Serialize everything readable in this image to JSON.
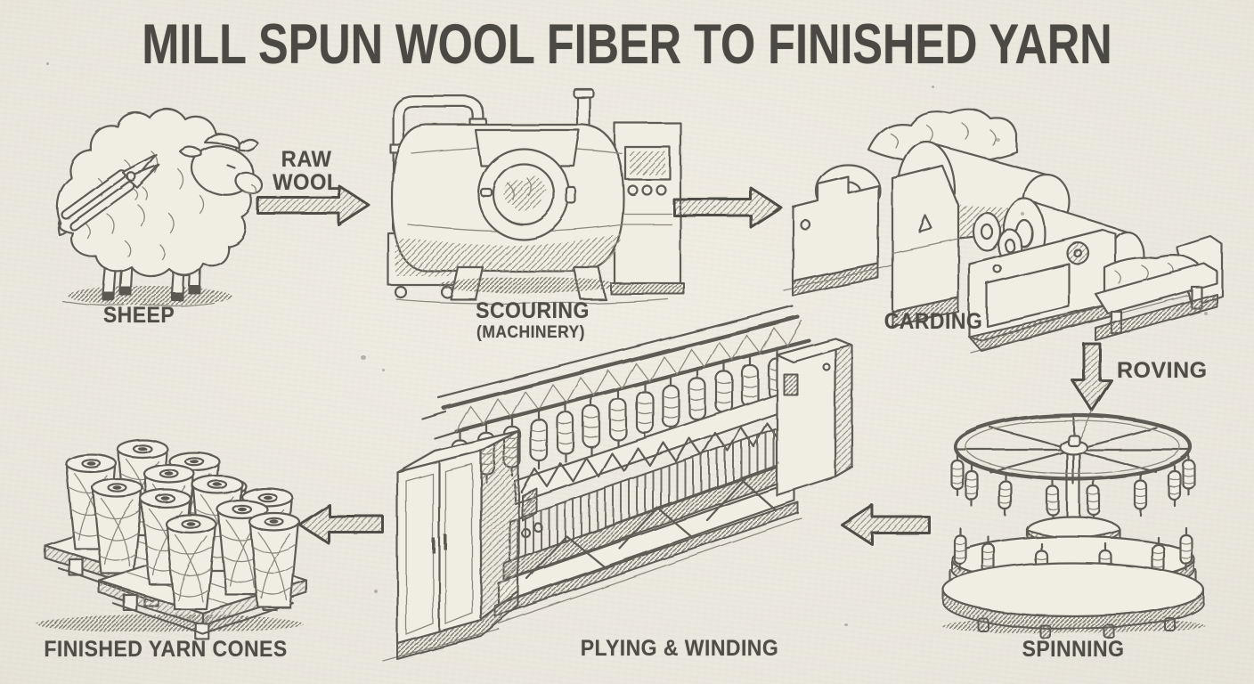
{
  "title": "MILL SPUN WOOL FIBER TO FINISHED YARN",
  "palette": {
    "paper": "#eae7dd",
    "pencil": "#5d5b54",
    "label_text": "#4f4d46"
  },
  "stages": [
    {
      "id": "sheep",
      "label": "SHEEP"
    },
    {
      "id": "scouring",
      "label": "SCOURING",
      "sublabel": "(MACHINERY)"
    },
    {
      "id": "carding",
      "label": "CARDING"
    },
    {
      "id": "spinning",
      "label": "SPINNING"
    },
    {
      "id": "plying-winding",
      "label": "PLYING & WINDING"
    },
    {
      "id": "finished-yarn-cones",
      "label": "FINISHED YARN CONES"
    }
  ],
  "flows": [
    {
      "from": "sheep",
      "to": "scouring",
      "label": "RAW WOOL",
      "direction": "right"
    },
    {
      "from": "scouring",
      "to": "carding",
      "label": "",
      "direction": "right"
    },
    {
      "from": "carding",
      "to": "spinning",
      "label": "ROVING",
      "direction": "down"
    },
    {
      "from": "spinning",
      "to": "plying-winding",
      "label": "",
      "direction": "left"
    },
    {
      "from": "plying-winding",
      "to": "finished-yarn-cones",
      "label": "",
      "direction": "left"
    }
  ]
}
